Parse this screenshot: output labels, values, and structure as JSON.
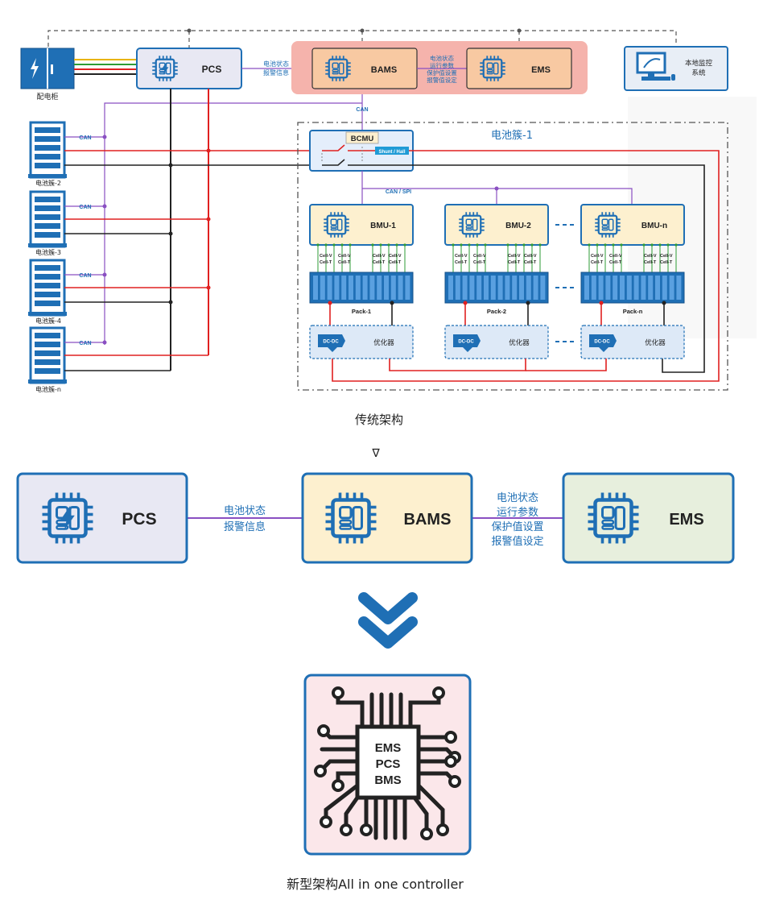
{
  "diagram": {
    "colors": {
      "blue": "#1f6fb5",
      "blue_dark": "#14528a",
      "red": "#e02020",
      "black": "#222222",
      "purple": "#8a4fc2",
      "green": "#2e9b35",
      "yellow": "#e8b400",
      "pink_bg": "#f5b3ac",
      "node_bg": "#fdf0cf",
      "pcs_bg": "#e8e8f3",
      "ems_bg": "#e7efdd",
      "aio_bg": "#fbe7ea"
    },
    "traditional": {
      "switchgear_label": "配电柜",
      "pcs_label": "PCS",
      "link_pcs_bams": [
        "电池状态",
        "报警信息"
      ],
      "bams_label": "BAMS",
      "link_bams_ems": [
        "电池状态",
        "运行参数",
        "保护值设置",
        "报警值设定"
      ],
      "ems_label": "EMS",
      "monitor_label": [
        "本地监控",
        "系统"
      ],
      "can_label": "CAN",
      "cluster_title": "电池簇-1",
      "bcmu_label": "BCMU",
      "shunt_label": "Shunt / Hall",
      "can_spi_label": "CAN / SPI",
      "bmu_labels": [
        "BMU-1",
        "BMU-2",
        "BMU-n"
      ],
      "cell_v": "Cell-V",
      "cell_t": "Cell-T",
      "pack_labels": [
        "Pack-1",
        "Pack-2",
        "Pack-n"
      ],
      "dcdc_label": "DC-DC",
      "optimizer_label": "优化器",
      "side_clusters": [
        "电池簇-2",
        "电池簇-3",
        "电池簇-4",
        "电池簇-n"
      ],
      "caption": "传统架构"
    },
    "arrow_text": "∇",
    "middle": {
      "pcs_label": "PCS",
      "link_pcs_bams": [
        "电池状态",
        "报警信息"
      ],
      "bams_label": "BAMS",
      "link_bams_ems": [
        "电池状态",
        "运行参数",
        "保护值设置",
        "报警值设定"
      ],
      "ems_label": "EMS"
    },
    "all_in_one": {
      "chip_lines": [
        "EMS",
        "PCS",
        "BMS"
      ],
      "caption": "新型架构All in one controller"
    }
  }
}
